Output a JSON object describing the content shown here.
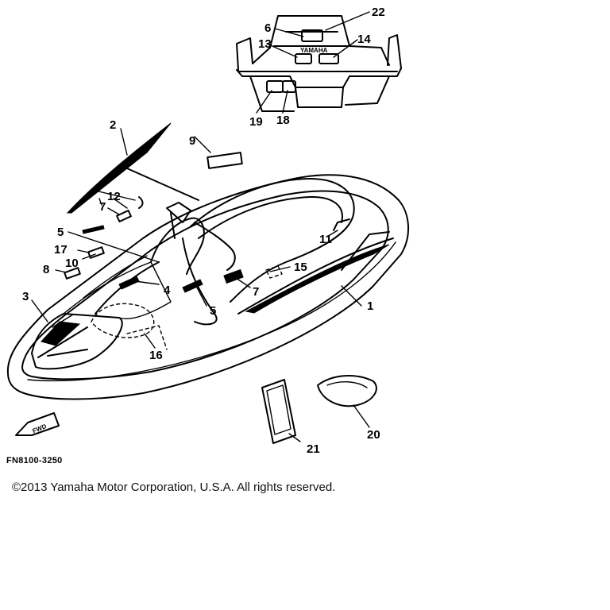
{
  "callouts": {
    "c1": "1",
    "c2": "2",
    "c3": "3",
    "c4": "4",
    "c5a": "5",
    "c5b": "5",
    "c6": "6",
    "c7a": "7",
    "c7b": "7",
    "c8": "8",
    "c9": "9",
    "c10": "10",
    "c11": "11",
    "c12": "12",
    "c13": "13",
    "c14": "14",
    "c15": "15",
    "c16": "16",
    "c17": "17",
    "c18": "18",
    "c19": "19",
    "c20": "20",
    "c21": "21",
    "c22": "22"
  },
  "decal_text": {
    "fwd": "FWD",
    "yamaha": "YAMAHA"
  },
  "figure_code": "FN8100-3250",
  "copyright": "©2013 Yamaha Motor Corporation, U.S.A. All rights reserved."
}
